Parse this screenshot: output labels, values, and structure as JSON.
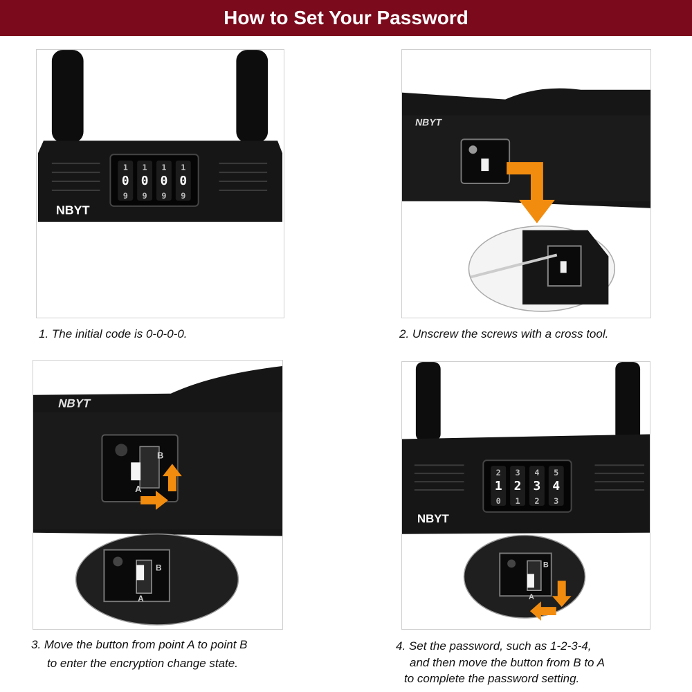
{
  "header": {
    "title": "How to Set Your Password"
  },
  "brand": "NBYT",
  "colors": {
    "banner": "#7a0a1c",
    "arrow": "#f28c0f",
    "lock_body": "#141414"
  },
  "steps": [
    {
      "caption_lines": [
        "1. The initial code is 0-0-0-0."
      ],
      "dials": [
        {
          "top": "1",
          "middle": "0",
          "bottom": "9"
        },
        {
          "top": "1",
          "middle": "0",
          "bottom": "9"
        },
        {
          "top": "1",
          "middle": "0",
          "bottom": "9"
        },
        {
          "top": "1",
          "middle": "0",
          "bottom": "9"
        }
      ]
    },
    {
      "caption_lines": [
        "2. Unscrew the screws with a cross tool."
      ]
    },
    {
      "caption_lines": [
        "3. Move the button from point A to point B",
        "to enter the encryption change state."
      ],
      "switch_labels": {
        "a": "A",
        "b": "B"
      }
    },
    {
      "caption_lines": [
        "4. Set the password, such as 1-2-3-4,",
        "and then move the button from B to A",
        "to complete the password setting."
      ],
      "switch_labels": {
        "a": "A",
        "b": "B"
      },
      "dials": [
        {
          "top": "2",
          "middle": "1",
          "bottom": "0"
        },
        {
          "top": "3",
          "middle": "2",
          "bottom": "1"
        },
        {
          "top": "4",
          "middle": "3",
          "bottom": "2"
        },
        {
          "top": "5",
          "middle": "4",
          "bottom": "3"
        }
      ]
    }
  ]
}
